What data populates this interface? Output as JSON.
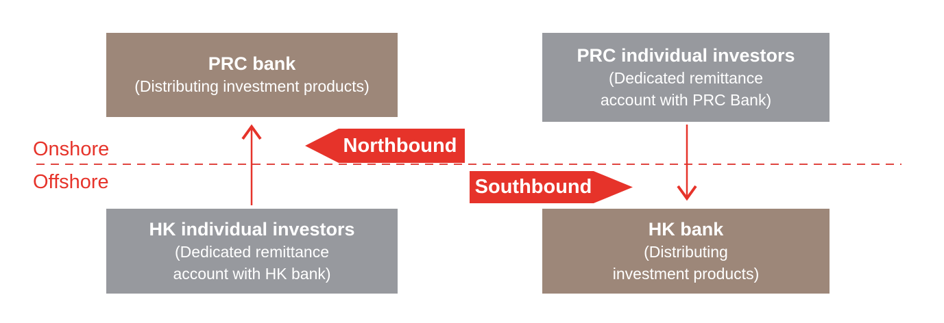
{
  "colors": {
    "background": "#ffffff",
    "brown": "#9d8779",
    "gray": "#97999e",
    "red": "#e6332a",
    "dash_red": "#e0443f",
    "box_text": "#ffffff"
  },
  "boxes": {
    "prc_bank": {
      "title": "PRC bank",
      "subtitle_line1": "(Distributing investment products)",
      "subtitle_line2": ""
    },
    "prc_investors": {
      "title": "PRC individual investors",
      "subtitle_line1": "(Dedicated remittance",
      "subtitle_line2": "account with PRC Bank)"
    },
    "hk_investors": {
      "title": "HK individual investors",
      "subtitle_line1": "(Dedicated remittance",
      "subtitle_line2": "account with HK bank)"
    },
    "hk_bank": {
      "title": "HK bank",
      "subtitle_line1": "(Distributing",
      "subtitle_line2": "investment products)"
    }
  },
  "divider": {
    "onshore_label": "Onshore",
    "offshore_label": "Offshore"
  },
  "flows": {
    "northbound_label": "Northbound",
    "southbound_label": "Southbound"
  }
}
